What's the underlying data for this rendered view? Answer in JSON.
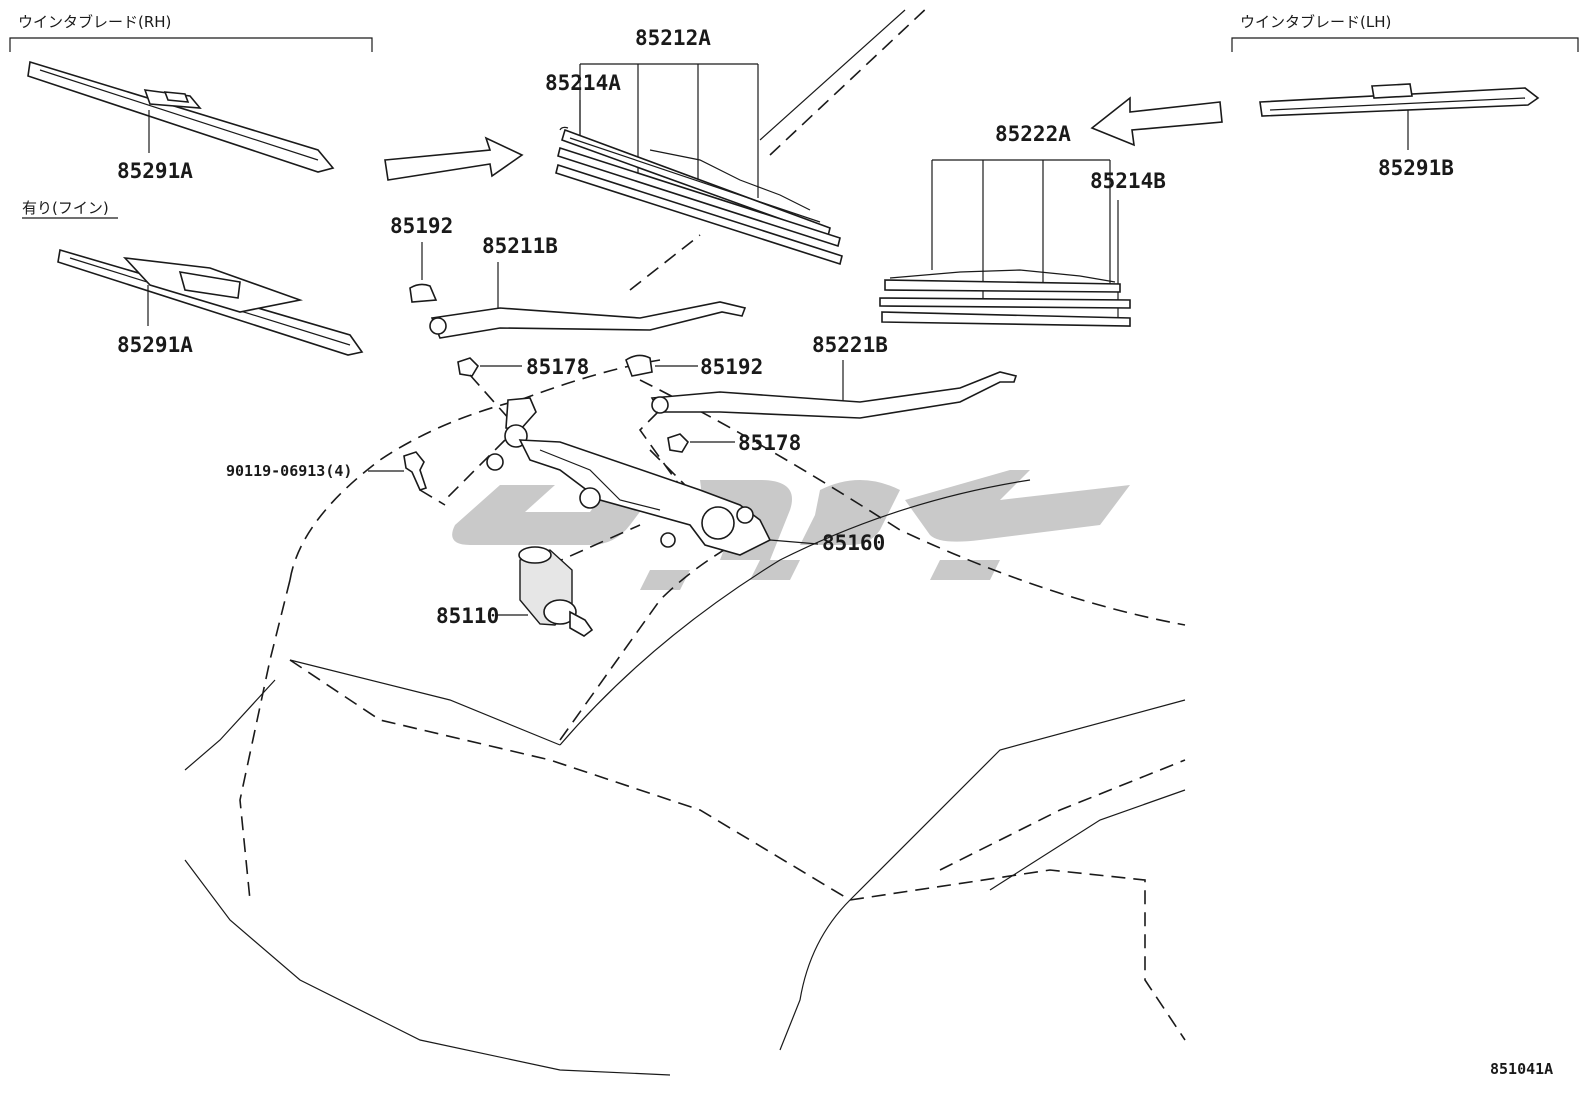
{
  "groups": {
    "rh_header": "ウインタブレード(RH)",
    "lh_header": "ウインタブレード(LH)",
    "option_note": "有り(フイン)"
  },
  "parts": {
    "p85291A_top": "85291A",
    "p85291A_bottom": "85291A",
    "p85291B": "85291B",
    "p85212A": "85212A",
    "p85214A": "85214A",
    "p85222A": "85222A",
    "p85214B": "85214B",
    "p85192_left": "85192",
    "p85211B": "85211B",
    "p85178_left": "85178",
    "p85192_right": "85192",
    "p85221B": "85221B",
    "p85178_right": "85178",
    "p90119": "90119-06913(4)",
    "p85160": "85160",
    "p85110": "85110"
  },
  "diagram_code": "851041A"
}
